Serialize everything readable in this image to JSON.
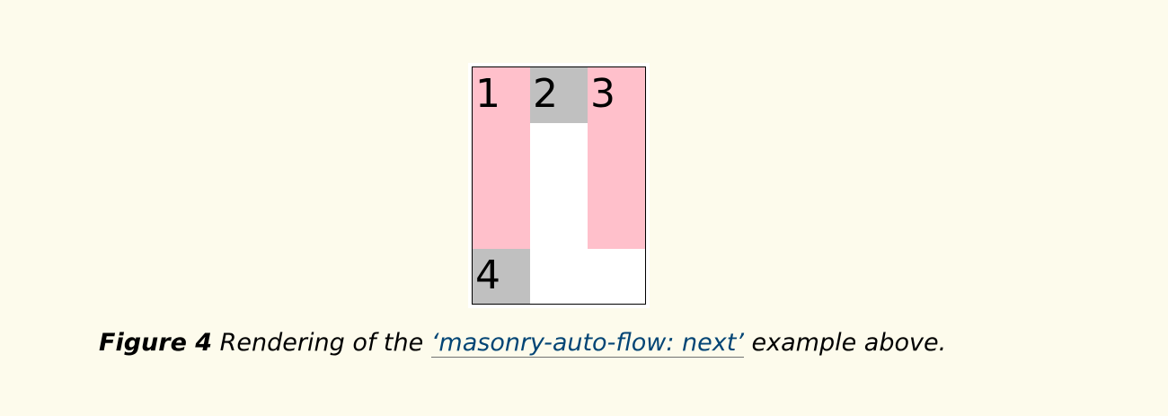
{
  "figure": {
    "items": [
      {
        "label": "1",
        "color": "#ffc0cb"
      },
      {
        "label": "2",
        "color": "#c0c0c0"
      },
      {
        "label": "3",
        "color": "#ffc0cb"
      },
      {
        "label": "4",
        "color": "#c0c0c0"
      }
    ],
    "border_color": "#000000",
    "background": "#ffffff"
  },
  "caption": {
    "label": "Figure 4",
    "text_before": " Rendering of the ",
    "link_text": "‘masonry-auto-flow: next’",
    "text_after": " example above.",
    "link_color": "#034575"
  },
  "page": {
    "background": "#fdfbec"
  }
}
